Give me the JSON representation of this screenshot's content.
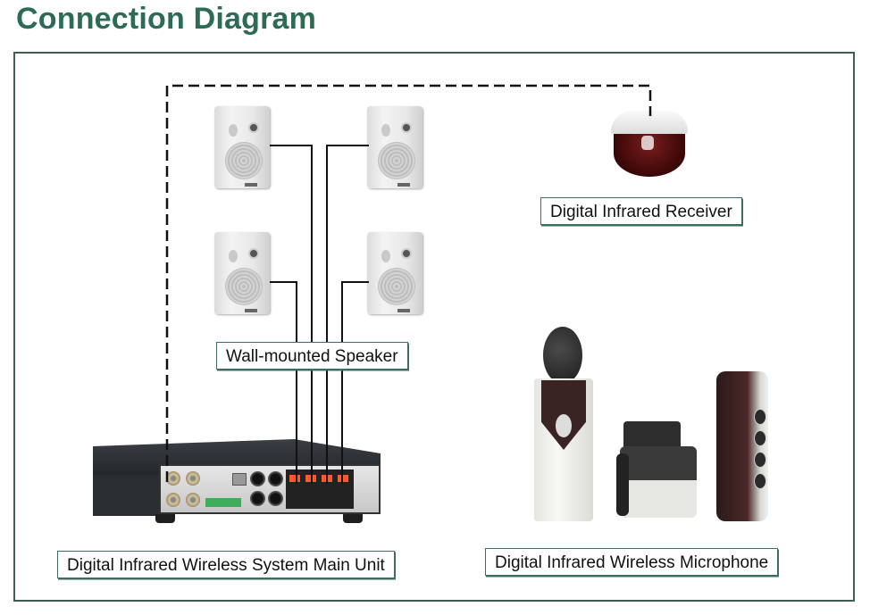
{
  "title": "Connection Diagram",
  "labels": {
    "receiver": "Digital Infrared Receiver",
    "speaker": "Wall-mounted Speaker",
    "main_unit": "Digital Infrared Wireless System Main Unit",
    "microphone": "Digital Infrared Wireless Microphone"
  },
  "devices": {
    "speakers_count": 4,
    "microphones_count": 3
  },
  "colors": {
    "title": "#2e6b55",
    "frame": "#3f5f55",
    "label_border": "#3f6e5e",
    "wire": "#111111"
  },
  "connections": [
    {
      "from": "main_unit",
      "to": "receiver",
      "style": "dashed"
    },
    {
      "from": "main_unit",
      "to": "speaker_top_left",
      "style": "solid"
    },
    {
      "from": "main_unit",
      "to": "speaker_top_right",
      "style": "solid"
    },
    {
      "from": "main_unit",
      "to": "speaker_bottom_left",
      "style": "solid"
    },
    {
      "from": "main_unit",
      "to": "speaker_bottom_right",
      "style": "solid"
    }
  ]
}
